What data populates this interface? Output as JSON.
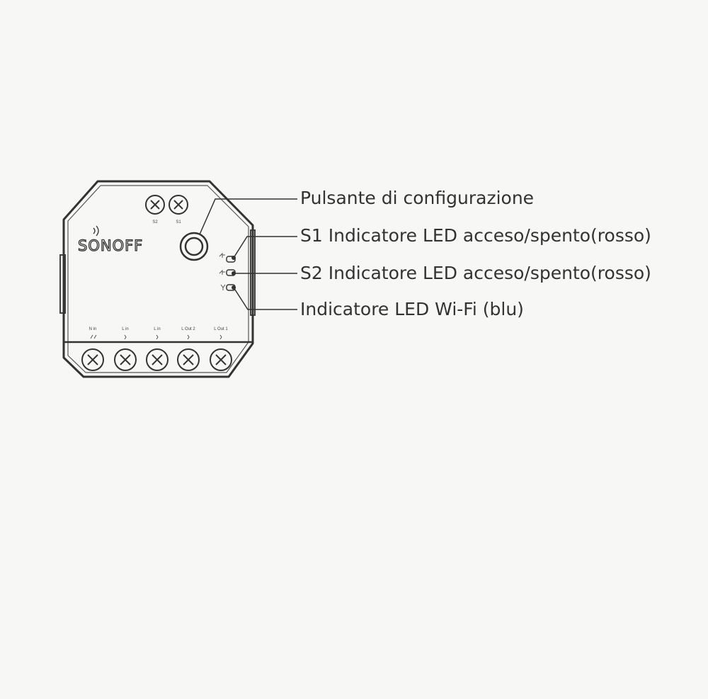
{
  "colors": {
    "background": "#f7f7f6",
    "stroke": "#333333",
    "text": "#333333"
  },
  "device": {
    "logo": "SONOFF",
    "top_terminals": [
      "S2",
      "S1"
    ],
    "bottom_terminals": [
      "N in",
      "L in",
      "L in",
      "L Out 2",
      "L Out 1"
    ]
  },
  "callouts": [
    "Pulsante di configurazione",
    "S1 Indicatore LED acceso/spento(rosso)",
    "S2 Indicatore LED acceso/spento(rosso)",
    "Indicatore LED Wi-Fi (blu)"
  ]
}
